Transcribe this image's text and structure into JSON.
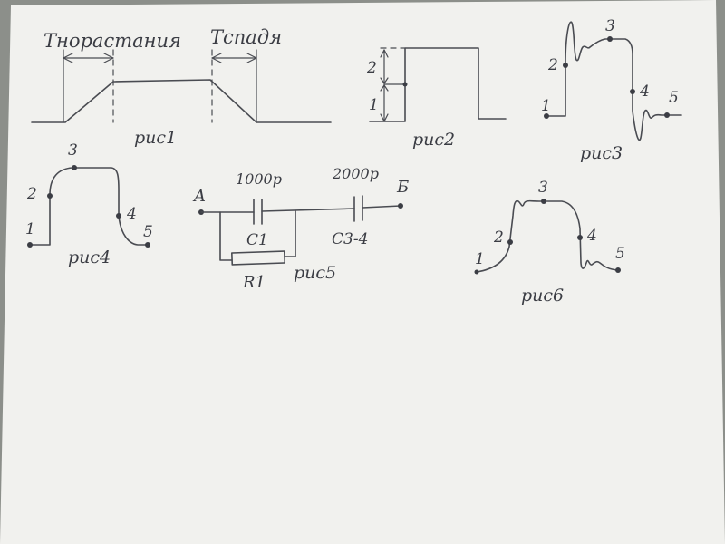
{
  "fig1": {
    "t_rise": "Тнорастания",
    "t_fall": "Тспадя",
    "caption": "рис1"
  },
  "fig2": {
    "label_2": "2",
    "label_1": "1",
    "caption": "рис2"
  },
  "fig3": {
    "p1": "1",
    "p2": "2",
    "p3": "3",
    "p4": "4",
    "p5": "5",
    "caption": "рис3"
  },
  "fig4": {
    "p1": "1",
    "p2": "2",
    "p3": "3",
    "p4": "4",
    "p5": "5",
    "caption": "рис4"
  },
  "fig5": {
    "node_a": "A",
    "node_b": "Б",
    "cap1_value": "1000р",
    "cap2_value": "2000р",
    "cap1_name": "С1",
    "cap2_name": "С3-4",
    "resistor_name": "R1",
    "caption": "рис5"
  },
  "fig6": {
    "p1": "1",
    "p2": "2",
    "p3": "3",
    "p4": "4",
    "p5": "5",
    "caption": "рис6"
  },
  "colors": {
    "paper": "#f1f1ee",
    "ink": "#4a4c52",
    "background": "#8c8f8a"
  }
}
